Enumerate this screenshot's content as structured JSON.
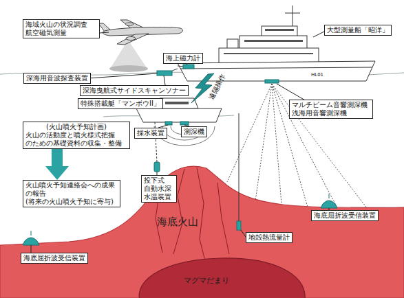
{
  "diagram": {
    "nodes": [
      {
        "text": [
          "海域火山の状況調査 航空磁気測量"
        ]
      },
      {
        "text": [
          "大型測量船「昭洋」"
        ]
      },
      {
        "text": [
          "海上磁力計"
        ]
      },
      {
        "text": [
          "深海用音波探査装置"
        ]
      },
      {
        "text": [
          "深海曳航式サイドスキャンソナー"
        ]
      },
      {
        "text": [
          "特殊搭載艇「マンボウII」"
        ]
      },
      {
        "text": [
          "マルチビーム音響測深機 浅海用音響測深機"
        ]
      },
      {
        "text": [
          "(火山噴火予知計画)",
          "火山の活動度と噴火様式把握 のための基礎資料の収集・整備"
        ]
      },
      {
        "text": [
          "採水装置"
        ]
      },
      {
        "text": [
          "測深機"
        ]
      },
      {
        "text": [
          "投下式 自動水深 水温装置"
        ]
      },
      {
        "text": [
          "火山噴火予知連絡会への成果 の報告",
          "(将来の火山噴火予知に寄与)"
        ]
      },
      {
        "text": [
          "海底火山"
        ]
      },
      {
        "text": [
          "海底屈折波受信装置"
        ]
      },
      {
        "text": [
          "地殻熱流量計"
        ]
      },
      {
        "text": [
          "海底屈折波受信装置"
        ]
      },
      {
        "text": [
          "マグマだまり"
        ],
        "in": 12
      }
    ],
    "edges": [
      {
        "from": 7,
        "to": 11,
        "arrow": "to"
      }
    ],
    "labels": [
      "遠隔操作",
      "HL01"
    ]
  }
}
